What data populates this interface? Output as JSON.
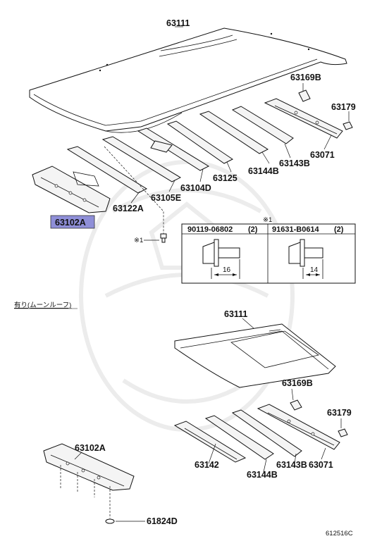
{
  "diagram": {
    "diagram_code": "612516C",
    "moonroof_caption": "有り(ムーンルーフ)",
    "note_mark": "※1",
    "fastener_table": {
      "header_mark": "※1",
      "bolt_1": {
        "part_number": "90119-06802",
        "qty": "(2)",
        "length": "16"
      },
      "bolt_2": {
        "part_number": "91631-B0614",
        "qty": "(2)",
        "length": "14"
      }
    },
    "labels": {
      "roof_panel_top": "63111",
      "reinforcement_top": "63169B",
      "clip_top": "63179",
      "rear_rail_top": "63071",
      "bow_b_top": "63143B",
      "bow_a_top": "63144B",
      "bow_mid_top": "63125",
      "bow_front_top": "63104D",
      "rail_front_top": "63105E",
      "header_top": "63122A",
      "front_panel_highlight": "63102A",
      "roof_panel_bottom": "63111",
      "reinforcement_bottom": "63169B",
      "clip_bottom": "63179",
      "rail_1_bottom": "63142",
      "bow_a_bottom": "63144B",
      "bow_b_bottom": "63143B",
      "rear_rail_bottom": "63071",
      "front_panel_bottom": "63102A",
      "plug_bottom": "61824D"
    }
  }
}
